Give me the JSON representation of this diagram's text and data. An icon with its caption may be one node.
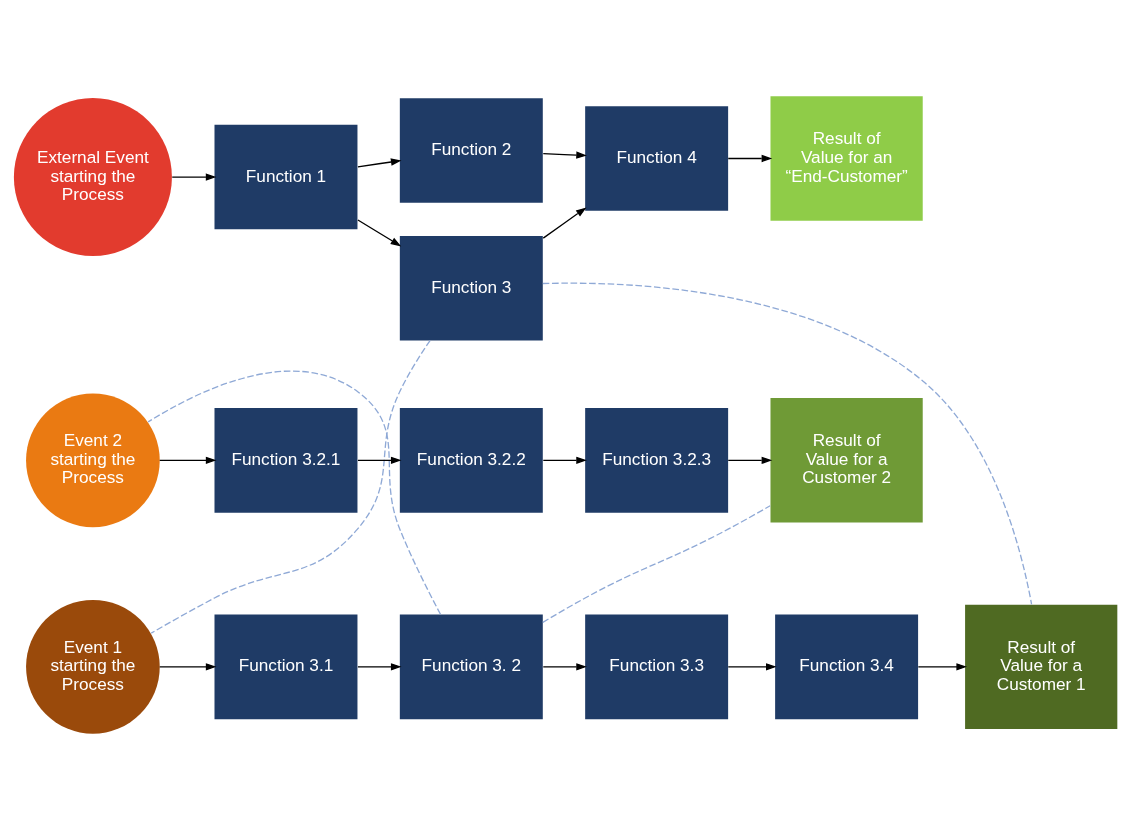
{
  "diagram": {
    "nodes": [
      {
        "text": [
          "External Event starting the Process"
        ]
      },
      {
        "text": [
          "Function 1"
        ]
      },
      {
        "text": [
          "Function 2"
        ]
      },
      {
        "text": [
          "Function 3"
        ]
      },
      {
        "text": [
          "Function 4"
        ]
      },
      {
        "text": [
          "Result of Value for an “End-Customer”"
        ]
      },
      {
        "text": [
          "Event 1 starting the Process"
        ]
      },
      {
        "text": [
          "Function 3.1"
        ]
      },
      {
        "text": [
          "Function 3. 2"
        ]
      },
      {
        "text": [
          "Function 3.3"
        ]
      },
      {
        "text": [
          "Function 3.4"
        ]
      },
      {
        "text": [
          "Result of Value for a Customer 1"
        ]
      },
      {
        "text": [
          "Event 2 starting the Process"
        ]
      },
      {
        "text": [
          "Function 3.2.1"
        ]
      },
      {
        "text": [
          "Function 3.2.2"
        ]
      },
      {
        "text": [
          "Function 3.2.3"
        ]
      },
      {
        "text": [
          "Result of Value for a Customer 2"
        ]
      }
    ],
    "edges": [
      {
        "from": 0,
        "to": 1,
        "arrow": "to"
      },
      {
        "from": 1,
        "to": 2,
        "arrow": "to"
      },
      {
        "from": 1,
        "to": 3,
        "arrow": "to"
      },
      {
        "from": 2,
        "to": 4,
        "arrow": "to"
      },
      {
        "from": 3,
        "to": 4,
        "arrow": "to"
      },
      {
        "from": 4,
        "to": 5,
        "arrow": "to"
      },
      {
        "from": 3,
        "to": 6,
        "arrow": "none",
        "style": "dashed",
        "color": "#8fa9d6"
      },
      {
        "from": 3,
        "to": 11,
        "arrow": "none",
        "style": "dashed",
        "color": "#8fa9d6"
      },
      {
        "from": 6,
        "to": 7,
        "arrow": "to"
      },
      {
        "from": 7,
        "to": 8,
        "arrow": "to"
      },
      {
        "from": 8,
        "to": 9,
        "arrow": "to"
      },
      {
        "from": 9,
        "to": 10,
        "arrow": "to"
      },
      {
        "from": 10,
        "to": 11,
        "arrow": "to"
      },
      {
        "from": 8,
        "to": 12,
        "arrow": "none",
        "style": "dashed",
        "color": "#8fa9d6"
      },
      {
        "from": 8,
        "to": 16,
        "arrow": "none",
        "style": "dashed",
        "color": "#8fa9d6"
      },
      {
        "from": 12,
        "to": 13,
        "arrow": "to"
      },
      {
        "from": 13,
        "to": 14,
        "arrow": "to"
      },
      {
        "from": 14,
        "to": 15,
        "arrow": "to"
      },
      {
        "from": 15,
        "to": 16,
        "arrow": "to"
      }
    ]
  }
}
